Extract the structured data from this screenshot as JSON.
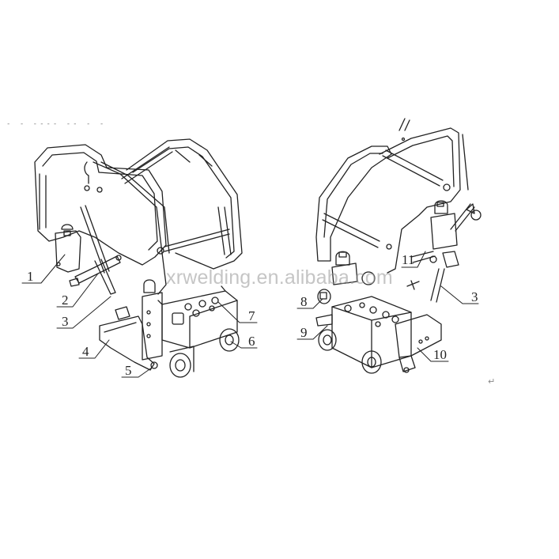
{
  "figure": {
    "title": "",
    "description": "Exploded line drawing of welding carriage, two views with numbered part callouts",
    "top_left_artifact": "-  -  ---- -- -  -",
    "return_glyph": "↵",
    "watermark": "xrwelding.en.alibaba.com",
    "line_color": "#222222",
    "background": "#ffffff"
  },
  "callouts": {
    "left_view": [
      {
        "id": "1",
        "label": "1"
      },
      {
        "id": "2",
        "label": "2"
      },
      {
        "id": "3",
        "label": "3"
      },
      {
        "id": "4",
        "label": "4"
      },
      {
        "id": "5",
        "label": "5"
      },
      {
        "id": "6",
        "label": "6"
      },
      {
        "id": "7",
        "label": "7"
      }
    ],
    "right_view": [
      {
        "id": "8",
        "label": "8"
      },
      {
        "id": "9",
        "label": "9"
      },
      {
        "id": "10",
        "label": "10"
      },
      {
        "id": "11",
        "label": "11"
      },
      {
        "id": "3b",
        "label": "3"
      }
    ]
  }
}
